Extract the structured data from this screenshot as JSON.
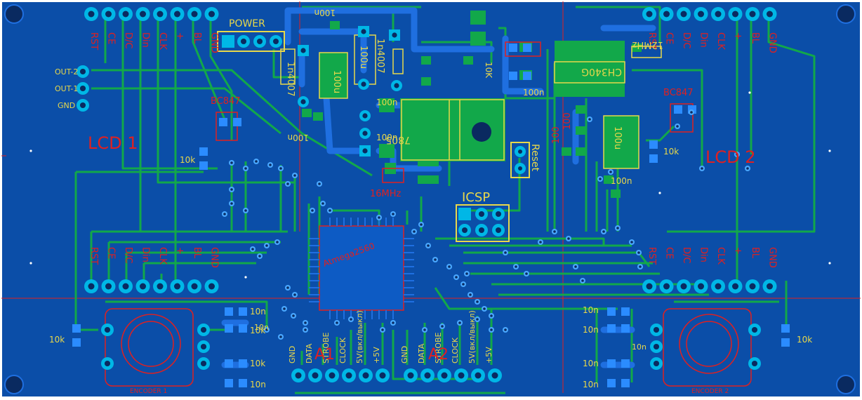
{
  "colors": {
    "board": "#0b4ea8",
    "copper_top": "#1f6fe0",
    "track": "#12a84a",
    "pad": "#00b7e6",
    "silk": "#e8d84a",
    "outline": "#e02020",
    "hole": "#0a2a60"
  },
  "labels": {
    "power": "POWER",
    "lcd1": "LCD 1",
    "lcd2": "LCD 2",
    "icsp": "ICSP",
    "reset": "Reset",
    "mcu": "Atmega2560",
    "regulator": "7805",
    "usb_chip": "CH340G",
    "crystal_main": "16MHz",
    "crystal_usb": "12MHz",
    "encoder1": "ENCODER 1",
    "encoder2": "ENCODER 2",
    "bc847_a": "BC847",
    "bc847_b": "BC847",
    "diode_a": "1n4007",
    "diode_b": "1n4007",
    "out2": "OUT-2",
    "out1": "OUT-1",
    "gnd_out": "GND",
    "r_10k_a": "10k",
    "r_10k_b": "10k",
    "r_10k_c": "10k",
    "r_10k_d": "10k",
    "r_10k_e": "10k",
    "r_10k_f": "10k",
    "r_10k_g": "10K",
    "c_100n_a": "100n",
    "c_100n_b": "100n",
    "c_100n_c": "100n",
    "c_100n_d": "100n",
    "c_100n_e": "100n",
    "c_100n_f": "100n",
    "c_100u_a": "100u",
    "c_100u_b": "100u",
    "c_100u_c": "100u",
    "c_100_a": "100",
    "c_100_b": "100",
    "c_10n_a": "10n",
    "c_10n_b": "10n",
    "c_10n_c": "10n",
    "c_10n_d": "10n",
    "c_10n_e": "10n",
    "c_10n_f": "10n",
    "c_10n_g": "10n",
    "c_10n_h": "10n",
    "a1": "А1",
    "a2": "А2",
    "lcd_pins": [
      "RST",
      "CE",
      "D/C",
      "Din",
      "CLK",
      "+",
      "BL",
      "GND"
    ],
    "lcd_pins2": [
      "RST",
      "CE",
      "D/C",
      "Din",
      "CLK",
      "+",
      "BL",
      "GND"
    ],
    "a_pins": [
      "GND",
      "DATA",
      "STROBE",
      "CLOCK",
      "5V(вкл/выкл)",
      "+5V"
    ]
  }
}
